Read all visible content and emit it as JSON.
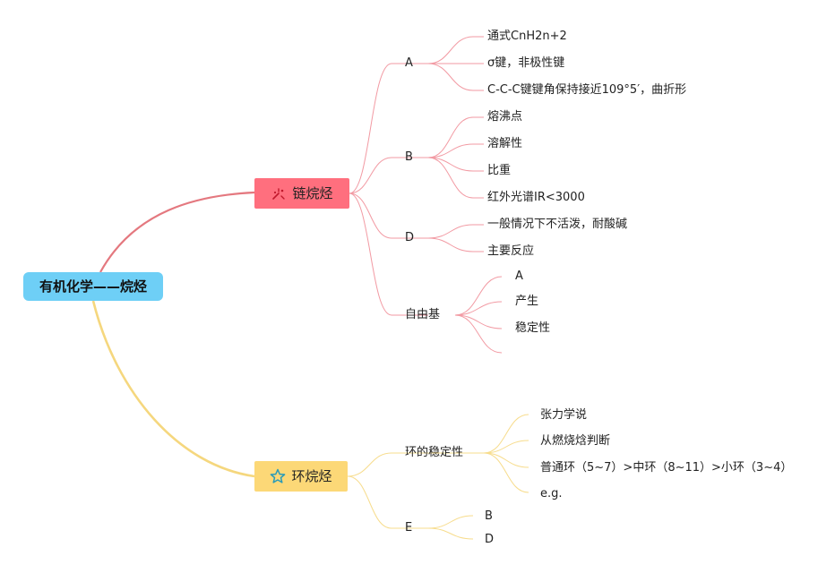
{
  "root": {
    "label": "有机化学——烷烃"
  },
  "branches": [
    {
      "id": "chain",
      "label": "链烷烃",
      "icon": "sparkle-icon",
      "color": "#ff6f7e",
      "line_color": "#f29aa3",
      "children": [
        {
          "label": "A",
          "children": [
            {
              "label": "通式CnH2n+2"
            },
            {
              "label": "σ键，非极性键"
            },
            {
              "label": "C-C-C键键角保持接近109°5′，曲折形"
            }
          ]
        },
        {
          "label": "B",
          "children": [
            {
              "label": "熔沸点"
            },
            {
              "label": "溶解性"
            },
            {
              "label": "比重"
            },
            {
              "label": "红外光谱IR<3000"
            }
          ]
        },
        {
          "label": "D",
          "children": [
            {
              "label": "一般情况下不活泼，耐酸碱"
            },
            {
              "label": "主要反应"
            }
          ]
        },
        {
          "label": "自由基",
          "children": [
            {
              "label": "A"
            },
            {
              "label": "产生"
            },
            {
              "label": "稳定性"
            },
            {
              "label": ""
            }
          ]
        }
      ]
    },
    {
      "id": "ring",
      "label": "环烷烃",
      "icon": "star-icon",
      "color": "#fcd877",
      "line_color": "#f7dc8c",
      "children": [
        {
          "label": "环的稳定性",
          "children": [
            {
              "label": "张力学说"
            },
            {
              "label": "从燃烧焓判断"
            },
            {
              "label": "普通环（5~7）>中环（8~11）>小环（3~4）"
            },
            {
              "label": "e.g."
            }
          ]
        },
        {
          "label": "E",
          "children": [
            {
              "label": "B"
            },
            {
              "label": "D"
            }
          ]
        }
      ]
    }
  ]
}
